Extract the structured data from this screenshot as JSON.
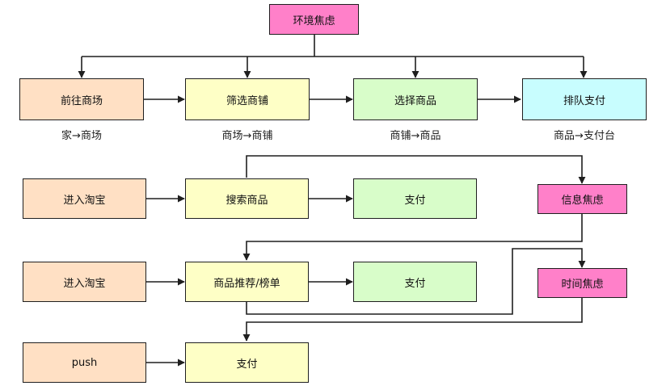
{
  "nodes": {
    "env_focus": "环境焦虑",
    "go_mall": "前往商场",
    "filter_shops": "筛选商铺",
    "choose_goods": "选择商品",
    "queue_pay": "排队支付",
    "enter_taobao_1": "进入淘宝",
    "search_goods": "搜索商品",
    "pay_1": "支付",
    "info_focus": "信息焦虑",
    "enter_taobao_2": "进入淘宝",
    "recommend_rank": "商品推荐/榜单",
    "pay_2": "支付",
    "time_focus": "时间焦虑",
    "push": "push",
    "pay_3": "支付"
  },
  "captions": {
    "home_mall": "家→商场",
    "mall_shop": "商场→商铺",
    "shop_goods": "商铺→商品",
    "goods_counter": "商品→支付台"
  },
  "colors": {
    "pink": "#ff80c9",
    "peach": "#ffe0c4",
    "yellow": "#feffc6",
    "green": "#d8fdc9",
    "cyan": "#c8fdfe",
    "line": "#1f1f1f"
  }
}
